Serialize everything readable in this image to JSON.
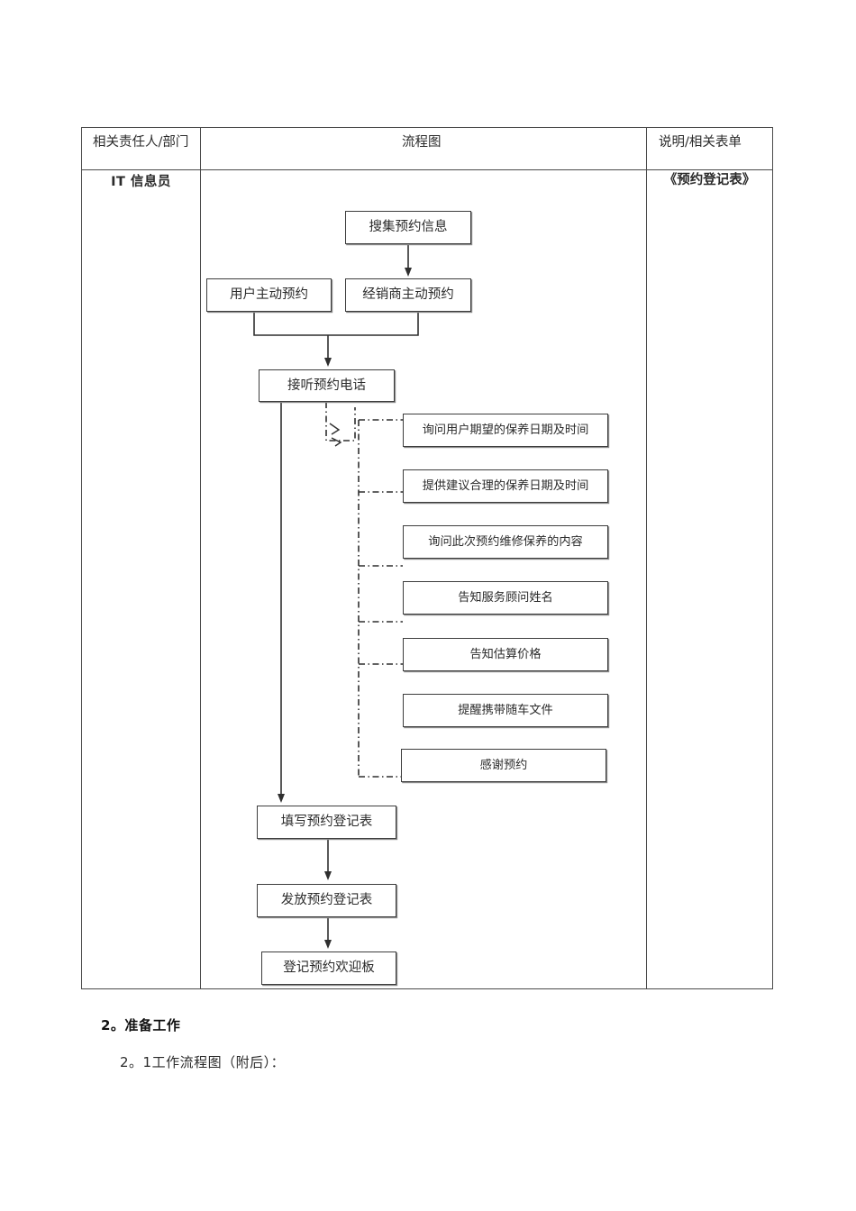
{
  "table": {
    "headers": {
      "responsible": "相关责任人/部门",
      "flowchart": "流程图",
      "note": "说明/相关表单"
    },
    "row": {
      "role": "IT 信息员",
      "form": "《预约登记表》"
    }
  },
  "flow": {
    "main_nodes": [
      {
        "id": "collect",
        "label": "搜集预约信息"
      },
      {
        "id": "user-init",
        "label": "用户主动预约"
      },
      {
        "id": "dealer-init",
        "label": "经销商主动预约"
      },
      {
        "id": "answer-call",
        "label": "接听预约电话"
      },
      {
        "id": "fill-form",
        "label": "填写预约登记表"
      },
      {
        "id": "issue-form",
        "label": "发放预约登记表"
      },
      {
        "id": "welcome-board",
        "label": "登记预约欢迎板"
      }
    ],
    "detail_nodes": [
      {
        "id": "ask-date",
        "label": "询问用户期望的保养日期及时间"
      },
      {
        "id": "suggest-date",
        "label": "提供建议合理的保养日期及时间"
      },
      {
        "id": "ask-content",
        "label": "询问此次预约维修保养的内容"
      },
      {
        "id": "tell-advisor",
        "label": "告知服务顾问姓名"
      },
      {
        "id": "tell-price",
        "label": "告知估算价格"
      },
      {
        "id": "remind-docs",
        "label": "提醒携带随车文件"
      },
      {
        "id": "thank-you",
        "label": "感谢预约"
      }
    ]
  },
  "footer": {
    "heading": "2。准备工作",
    "subheading": "2。1工作流程图（附后）："
  },
  "colors": {
    "line": "#3d3d3d",
    "table_border": "#4a4a4a",
    "text": "#2b2b2b",
    "shadow": "#8a8a8a",
    "background": "#ffffff"
  }
}
